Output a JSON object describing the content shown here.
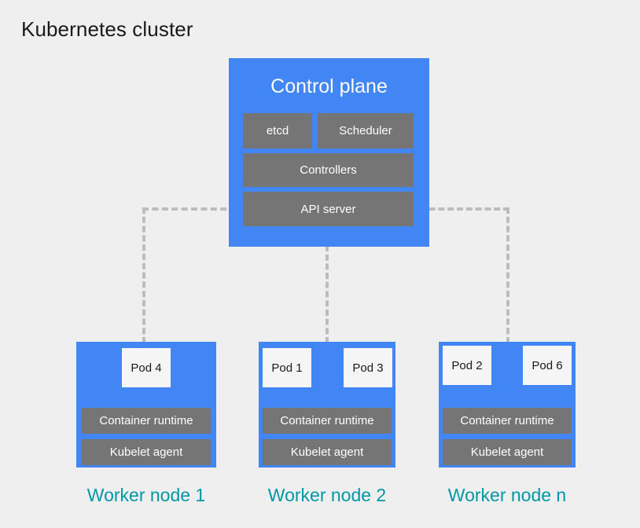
{
  "page": {
    "title": "Kubernetes cluster",
    "background": "#EFEFEF"
  },
  "colors": {
    "blue": "#4285F4",
    "gray": "#757575",
    "pod": "#F5F5F5",
    "teal": "#0097A7",
    "connector": "#BDBDBD",
    "title_text": "#1A1A1A"
  },
  "control_plane": {
    "title": "Control plane",
    "components": [
      {
        "label": "etcd"
      },
      {
        "label": "Scheduler"
      },
      {
        "label": "Controllers"
      },
      {
        "label": "API server"
      }
    ]
  },
  "worker_nodes": [
    {
      "caption": "Worker node 1",
      "pods": [
        {
          "label": "Pod 4"
        }
      ],
      "components": [
        {
          "label": "Container runtime"
        },
        {
          "label": "Kubelet agent"
        }
      ]
    },
    {
      "caption": "Worker node 2",
      "pods": [
        {
          "label": "Pod 1"
        },
        {
          "label": "Pod 3"
        }
      ],
      "components": [
        {
          "label": "Container runtime"
        },
        {
          "label": "Kubelet agent"
        }
      ]
    },
    {
      "caption": "Worker node n",
      "pods": [
        {
          "label": "Pod 2"
        },
        {
          "label": "Pod 6"
        }
      ],
      "components": [
        {
          "label": "Container runtime"
        },
        {
          "label": "Kubelet agent"
        }
      ]
    }
  ],
  "connectors": [
    {
      "name": "api-server-to-worker-node-1",
      "style": "dashed"
    },
    {
      "name": "control-plane-to-worker-node-2",
      "style": "dashed"
    },
    {
      "name": "api-server-to-worker-node-n",
      "style": "dashed"
    }
  ]
}
